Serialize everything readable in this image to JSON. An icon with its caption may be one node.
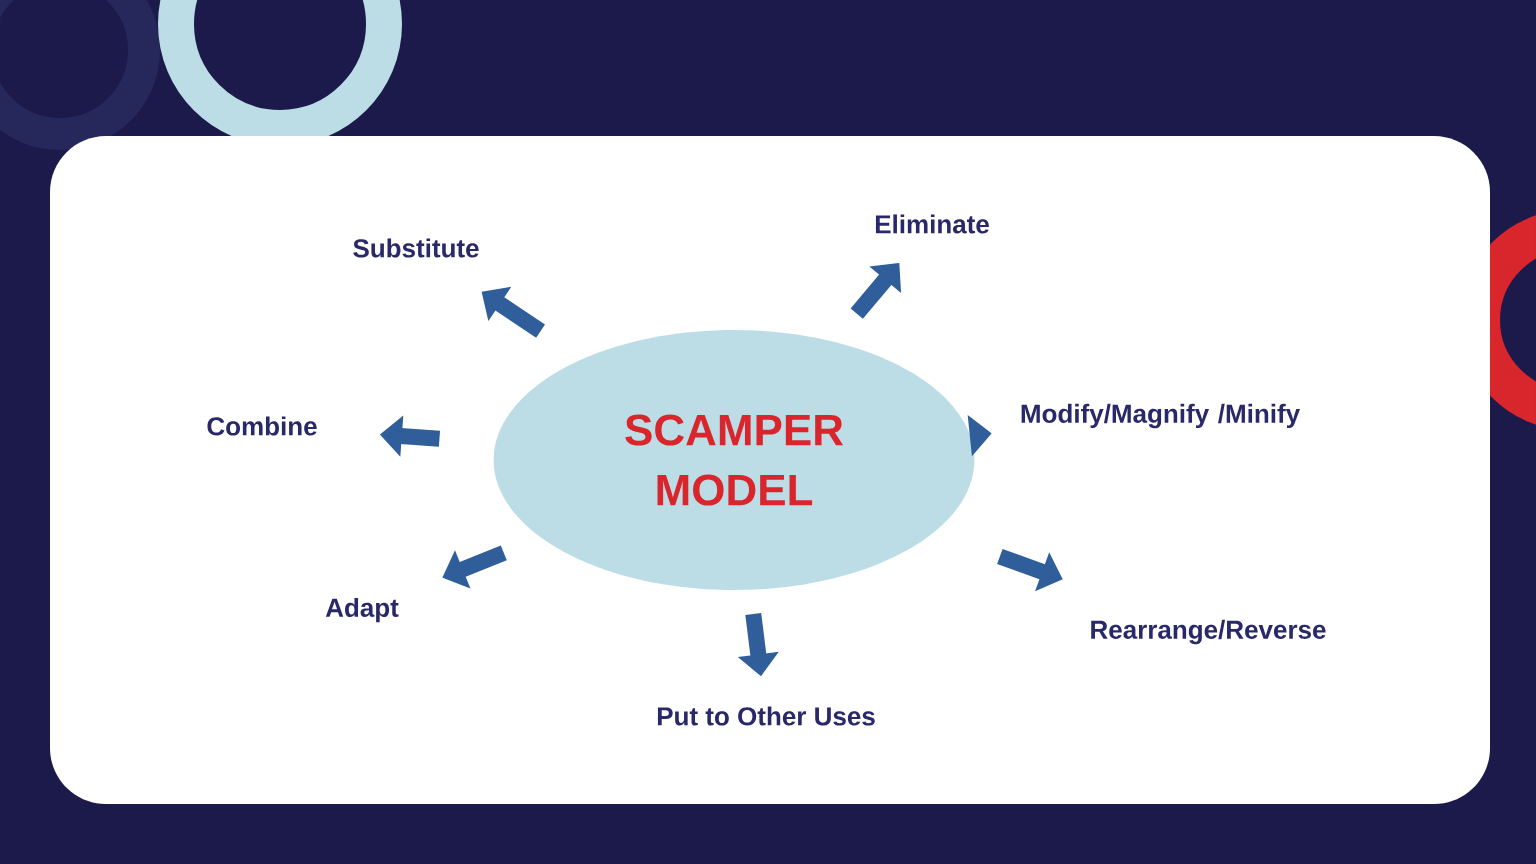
{
  "diagram": {
    "nodes": [
      {
        "text": [
          "SCAMPER MODEL"
        ]
      },
      {
        "text": [
          "Substitute"
        ]
      },
      {
        "text": [
          "Eliminate"
        ]
      },
      {
        "text": [
          "Combine"
        ]
      },
      {
        "text": [
          "Modify/Magnify /Minify"
        ]
      },
      {
        "text": [
          "Adapt"
        ]
      },
      {
        "text": [
          "Rearrange/Reverse"
        ]
      },
      {
        "text": [
          "Put to Other Uses"
        ]
      }
    ],
    "edges": [
      {
        "from": 0,
        "to": 1,
        "arrow": "to"
      },
      {
        "from": 0,
        "to": 2,
        "arrow": "to"
      },
      {
        "from": 0,
        "to": 3,
        "arrow": "to"
      },
      {
        "from": 0,
        "to": 4,
        "arrow": "to"
      },
      {
        "from": 0,
        "to": 5,
        "arrow": "to"
      },
      {
        "from": 0,
        "to": 6,
        "arrow": "to"
      },
      {
        "from": 0,
        "to": 7,
        "arrow": "to"
      }
    ]
  }
}
